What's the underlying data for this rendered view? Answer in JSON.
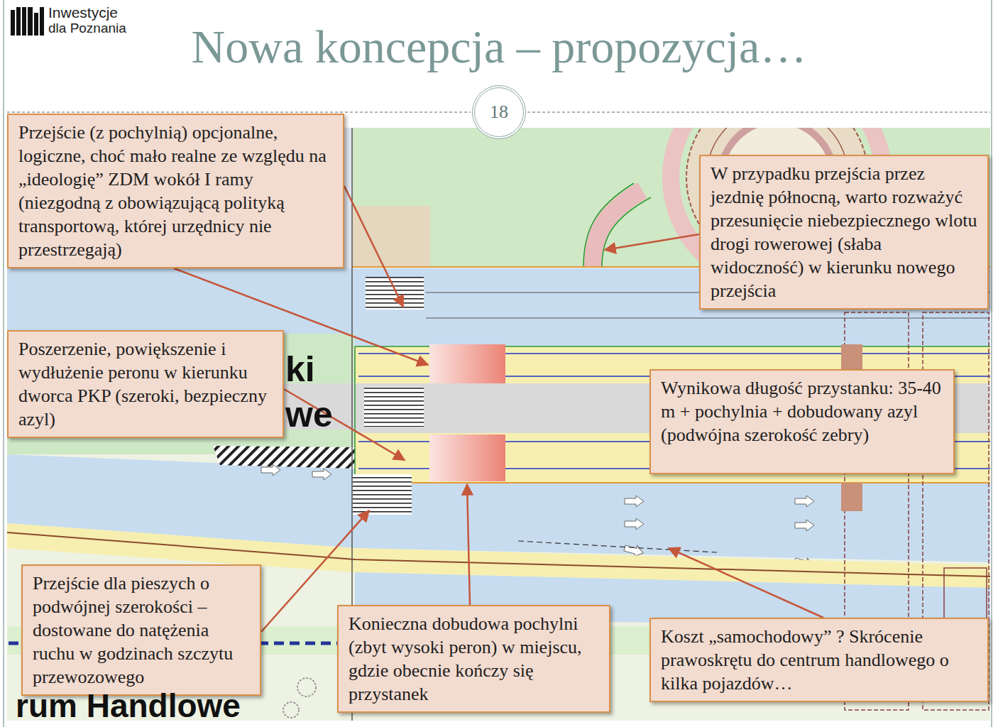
{
  "diagram": {
    "title": "Nowa koncepcja – propozycja…",
    "nodes": [
      {
        "text": [
          "18"
        ]
      },
      {
        "text": [
          "Przejście (z pochylnią) opcjonalne, logiczne, choć mało realne ze względu na „ideologię” ZDM wokół I ramy (niezgodną z obowiązującą polityką transportową, której urzędnicy nie przestrzegają)"
        ]
      },
      {
        "text": [
          "W przypadku przejścia przez jezdnię północną, warto rozważyć przesunięcie niebezpiecznego wlotu drogi rowerowej (słaba widoczność) w kierunku nowego przejścia"
        ]
      },
      {
        "text": [
          "Poszerzenie, powiększenie i wydłużenie peronu w kierunku dworca PKP (szeroki, bezpieczny azyl)"
        ]
      },
      {
        "text": [
          "Wynikowa długość przystanku: 35-40 m + pochylnia + dobudowany azyl (podwójna szerokość zebry)"
        ]
      },
      {
        "text": [
          "Przejście dla pieszych o podwójnej szerokości – dostowane do natężenia ruchu w godzinach szczytu przewozowego"
        ]
      },
      {
        "text": [
          "Konieczna dobudowa pochylni (zbyt wysoki peron) w miejscu, gdzie obecnie kończy się przystanek"
        ]
      },
      {
        "text": [
          "Koszt „samochodowy” ? Skrócenie prawoskrętu do centrum handlowego o kilka pojazdów…"
        ]
      }
    ],
    "labels": [
      "Inwestycje",
      "dla Poznania",
      "ki",
      "we",
      "rum Handlowe"
    ]
  }
}
